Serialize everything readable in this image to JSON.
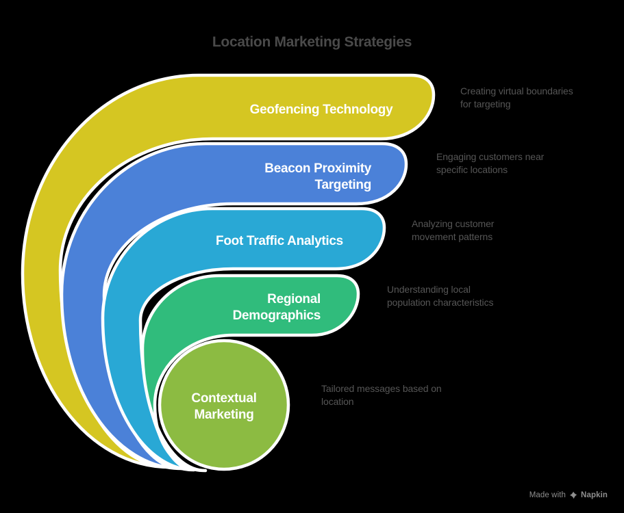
{
  "title": "Location Marketing Strategies",
  "items": [
    {
      "label": "Geofencing Technology",
      "description": "Creating virtual boundaries\nfor targeting",
      "color": "#d5c622"
    },
    {
      "label": "Beacon Proximity\nTargeting",
      "description": "Engaging customers near\nspecific locations",
      "color": "#4b81d8"
    },
    {
      "label": "Foot Traffic Analytics",
      "description": "Analyzing customer\nmovement patterns",
      "color": "#29a8d5"
    },
    {
      "label": "Regional\nDemographics",
      "description": "Understanding local\npopulation characteristics",
      "color": "#30bc7c"
    },
    {
      "label": "Contextual\nMarketing",
      "description": "Tailored messages based on\nlocation",
      "color": "#8cbb42"
    }
  ],
  "badge": {
    "made_with": "Made with",
    "brand": "Napkin"
  },
  "colors": {
    "background": "#000000",
    "outline": "#ffffff",
    "title-text": "#4a4a4a",
    "label-text": "#ffffff",
    "description-text": "#565656",
    "badge-text": "#8e8e8e"
  }
}
